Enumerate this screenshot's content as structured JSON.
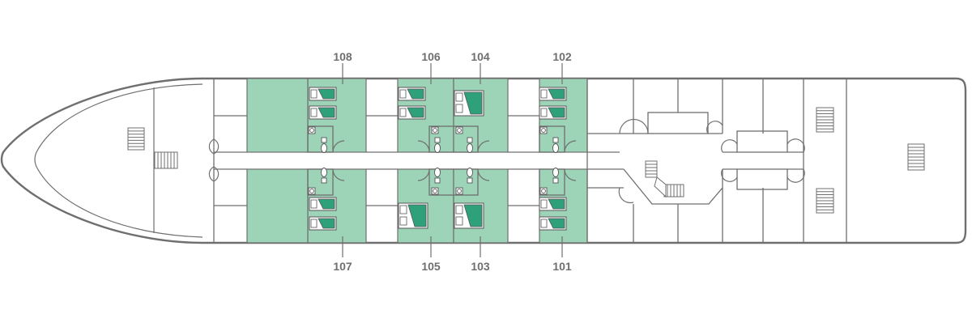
{
  "colors": {
    "cabin_fill": "#9dd4b8",
    "bed_cover": "#2ea07a",
    "outline": "#6f6f6f",
    "label": "#6f6f6f"
  },
  "cabins": [
    {
      "number": "108",
      "side": "top"
    },
    {
      "number": "106",
      "side": "top"
    },
    {
      "number": "104",
      "side": "top"
    },
    {
      "number": "102",
      "side": "top"
    },
    {
      "number": "107",
      "side": "bottom"
    },
    {
      "number": "105",
      "side": "bottom"
    },
    {
      "number": "103",
      "side": "bottom"
    },
    {
      "number": "101",
      "side": "bottom"
    }
  ],
  "icons": {
    "stairs": "staircase-icon",
    "bed": "bed-icon",
    "toilet": "toilet-icon",
    "door": "door-swing-icon"
  }
}
